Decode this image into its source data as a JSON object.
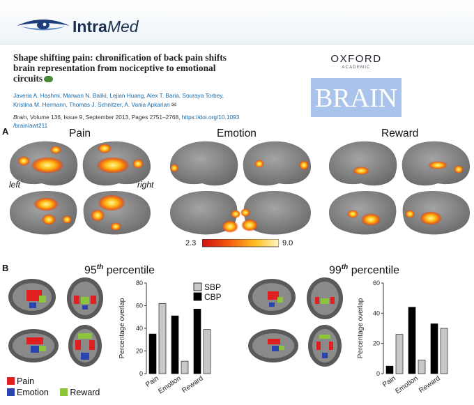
{
  "header": {
    "brand_bold": "Intra",
    "brand_italic": "Med"
  },
  "article": {
    "title": "Shape shifting pain: chronification of back pain shifts brain representation from nociceptive to emotional circuits",
    "authors_line1": "Javeria A. Hashmi, Marwan N. Baliki, Lejian Huang, Alex T. Baria, Souraya Torbey,",
    "authors_line2": "Kristina M. Hermann, Thomas J. Schnitzer, A. Vania Apkarian",
    "journal": "Brain",
    "citation_rest": ", Volume 136, Issue 9, September 2013, Pages 2751–2768,",
    "doi_part1": "https://doi.org/10.1093",
    "doi_part2": "/brain/awt211"
  },
  "publisher": {
    "name": "OXFORD",
    "sub": "ACADEMIC",
    "journal_logo": "BRAIN"
  },
  "figure": {
    "panel_a": "A",
    "panel_b": "B",
    "sections": [
      "Pain",
      "Emotion",
      "Reward"
    ],
    "left_label": "left",
    "right_label": "right",
    "colorbar_min": "2.3",
    "colorbar_max": "9.0",
    "pct95_num": "95",
    "pct95_sup": "th",
    "pct99_num": "99",
    "pct99_sup": "th",
    "pct_word": "percentile",
    "legend": [
      {
        "label": "Pain",
        "color": "#e02020"
      },
      {
        "label": "Emotion",
        "color": "#2a44b0"
      },
      {
        "label": "Reward",
        "color": "#8cc43a"
      }
    ],
    "colors": {
      "sbp": "#c8c8c8",
      "cbp": "#000000"
    }
  },
  "chart_data": [
    {
      "type": "bar",
      "title": "95th percentile",
      "ylabel": "Percentage overlap",
      "categories": [
        "Pain",
        "Emotion",
        "Reward"
      ],
      "series": [
        {
          "name": "SBP",
          "values": [
            62,
            11,
            39
          ]
        },
        {
          "name": "CBP",
          "values": [
            35,
            51,
            57
          ]
        }
      ],
      "ylim": [
        0,
        80
      ],
      "yticks": [
        0,
        20,
        40,
        60,
        80
      ],
      "legend": "top-right"
    },
    {
      "type": "bar",
      "title": "99th percentile",
      "ylabel": "Percentage overlap",
      "categories": [
        "Pain",
        "Emotion",
        "Reward"
      ],
      "series": [
        {
          "name": "SBP",
          "values": [
            26,
            9,
            30
          ]
        },
        {
          "name": "CBP",
          "values": [
            5,
            44,
            33
          ]
        }
      ],
      "ylim": [
        0,
        60
      ],
      "yticks": [
        0,
        20,
        40,
        60
      ]
    }
  ]
}
